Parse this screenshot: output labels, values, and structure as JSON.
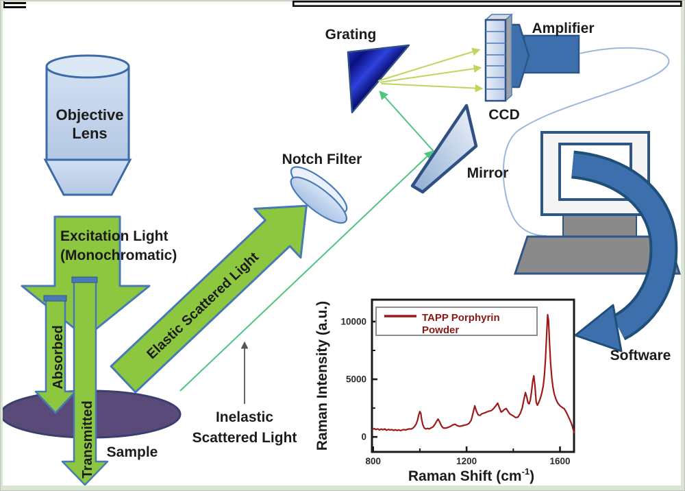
{
  "diagram": {
    "objective_lens": {
      "line1": "Objective",
      "line2": "Lens"
    },
    "excitation": {
      "line1": "Excitation Light",
      "line2": "(Monochromatic)"
    },
    "absorbed_label": "Absorbed",
    "transmitted_label": "Transmitted",
    "sample_label": "Sample",
    "elastic_label": "Elastic Scattered Light",
    "inelastic": {
      "line1": "Inelastic",
      "line2": "Scattered Light"
    },
    "notch_filter_label": "Notch Filter",
    "grating_label": "Grating",
    "mirror_label": "Mirror",
    "ccd_label": "CCD",
    "amplifier_label": "Amplifier",
    "software_label": "Software"
  },
  "colors": {
    "excitation_green": "#8dc63f",
    "arrow_border_blue": "#4779b5",
    "beam_green": "#4ec47f",
    "beam_yellow_green": "#bdd65e",
    "steel_blue": "#3e6fad",
    "dark_blue": "#1f4e79",
    "navy_border": "#2c5688",
    "sample_purple": "#5a4a79",
    "device_gray": "#8a8a8a",
    "spectrum_red": "#9e1a1a",
    "frame_green": "#d9e7d2"
  },
  "chart_data": {
    "type": "line",
    "title": "",
    "xlabel": "Raman Shift (cm⁻¹)",
    "xlabel_base": "Raman Shift (cm",
    "xlabel_sup": "-1",
    "xlabel_end": ")",
    "ylabel": "Raman Intensity (a.u.)",
    "legend_line1": "TAPP Porphyrin",
    "legend_line2": "Powder",
    "legend_position": "upper-left",
    "grid": false,
    "xlim": [
      795,
      1660
    ],
    "ylim": [
      -1300,
      11900
    ],
    "xticks": [
      800,
      1200,
      1600
    ],
    "x_minor_ticks": [
      1000,
      1400
    ],
    "yticks": [
      0,
      5000,
      10000
    ],
    "y_minor_ticks": [
      2500,
      7500
    ],
    "series": [
      {
        "name": "TAPP Porphyrin Powder",
        "color": "#9e1a1a",
        "points": [
          [
            797,
            650
          ],
          [
            805,
            730
          ],
          [
            812,
            640
          ],
          [
            820,
            700
          ],
          [
            827,
            600
          ],
          [
            835,
            680
          ],
          [
            842,
            620
          ],
          [
            850,
            690
          ],
          [
            857,
            580
          ],
          [
            865,
            650
          ],
          [
            872,
            600
          ],
          [
            880,
            640
          ],
          [
            887,
            560
          ],
          [
            895,
            620
          ],
          [
            902,
            560
          ],
          [
            910,
            610
          ],
          [
            917,
            550
          ],
          [
            925,
            600
          ],
          [
            932,
            640
          ],
          [
            940,
            600
          ],
          [
            947,
            660
          ],
          [
            955,
            700
          ],
          [
            962,
            680
          ],
          [
            970,
            760
          ],
          [
            977,
            900
          ],
          [
            985,
            1150
          ],
          [
            990,
            1450
          ],
          [
            995,
            1900
          ],
          [
            1000,
            2200
          ],
          [
            1004,
            2050
          ],
          [
            1008,
            1500
          ],
          [
            1013,
            1050
          ],
          [
            1018,
            800
          ],
          [
            1025,
            700
          ],
          [
            1033,
            740
          ],
          [
            1040,
            700
          ],
          [
            1048,
            780
          ],
          [
            1055,
            850
          ],
          [
            1063,
            1050
          ],
          [
            1070,
            1300
          ],
          [
            1078,
            1550
          ],
          [
            1085,
            1300
          ],
          [
            1093,
            950
          ],
          [
            1100,
            780
          ],
          [
            1110,
            760
          ],
          [
            1120,
            820
          ],
          [
            1130,
            900
          ],
          [
            1140,
            1030
          ],
          [
            1150,
            1100
          ],
          [
            1160,
            980
          ],
          [
            1170,
            920
          ],
          [
            1180,
            960
          ],
          [
            1190,
            1010
          ],
          [
            1200,
            1060
          ],
          [
            1210,
            1160
          ],
          [
            1220,
            1450
          ],
          [
            1228,
            2100
          ],
          [
            1235,
            2700
          ],
          [
            1242,
            2250
          ],
          [
            1250,
            1900
          ],
          [
            1258,
            1870
          ],
          [
            1265,
            2000
          ],
          [
            1273,
            2060
          ],
          [
            1280,
            2100
          ],
          [
            1288,
            2170
          ],
          [
            1295,
            2230
          ],
          [
            1303,
            2260
          ],
          [
            1310,
            2340
          ],
          [
            1318,
            2520
          ],
          [
            1325,
            2700
          ],
          [
            1333,
            2930
          ],
          [
            1340,
            2550
          ],
          [
            1348,
            2150
          ],
          [
            1355,
            2250
          ],
          [
            1363,
            2400
          ],
          [
            1370,
            2460
          ],
          [
            1378,
            2200
          ],
          [
            1385,
            2000
          ],
          [
            1393,
            1900
          ],
          [
            1400,
            1820
          ],
          [
            1410,
            1680
          ],
          [
            1420,
            1720
          ],
          [
            1430,
            2050
          ],
          [
            1438,
            2500
          ],
          [
            1445,
            3200
          ],
          [
            1452,
            3850
          ],
          [
            1458,
            3450
          ],
          [
            1463,
            2950
          ],
          [
            1468,
            2870
          ],
          [
            1473,
            3200
          ],
          [
            1478,
            3900
          ],
          [
            1483,
            4800
          ],
          [
            1488,
            5300
          ],
          [
            1493,
            4400
          ],
          [
            1498,
            3000
          ],
          [
            1503,
            2750
          ],
          [
            1508,
            2950
          ],
          [
            1513,
            3200
          ],
          [
            1518,
            3500
          ],
          [
            1523,
            3900
          ],
          [
            1528,
            4400
          ],
          [
            1533,
            5300
          ],
          [
            1538,
            6800
          ],
          [
            1543,
            9000
          ],
          [
            1547,
            10600
          ],
          [
            1551,
            10100
          ],
          [
            1555,
            8200
          ],
          [
            1560,
            6300
          ],
          [
            1565,
            5100
          ],
          [
            1570,
            4300
          ],
          [
            1575,
            3750
          ],
          [
            1582,
            3300
          ],
          [
            1590,
            2950
          ],
          [
            1600,
            2700
          ],
          [
            1610,
            2550
          ],
          [
            1618,
            2450
          ],
          [
            1628,
            2100
          ],
          [
            1636,
            1750
          ],
          [
            1644,
            1400
          ],
          [
            1650,
            1100
          ],
          [
            1656,
            700
          ],
          [
            1660,
            380
          ]
        ]
      }
    ]
  }
}
